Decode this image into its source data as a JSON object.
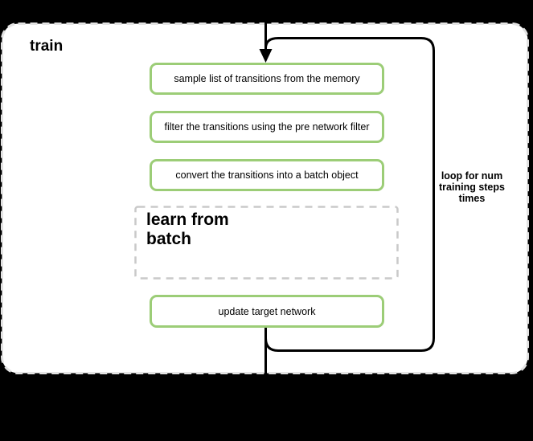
{
  "diagram": {
    "type": "flowchart",
    "container_label": "train",
    "loop_annotation": "loop for num\ntraining steps\ntimes",
    "steps": [
      "sample list of transitions from the memory",
      "filter the transitions using the pre network filter",
      "convert the transitions into a batch object"
    ],
    "subprocess_label": "learn from\nbatch",
    "final_step": "update target network",
    "colors": {
      "background": "#000000",
      "container_fill": "#ffffff",
      "container_border": "#e3e3e3",
      "subprocess_border": "#c9c9c9",
      "step_border": "#9ccd77",
      "connector": "#000000"
    }
  }
}
